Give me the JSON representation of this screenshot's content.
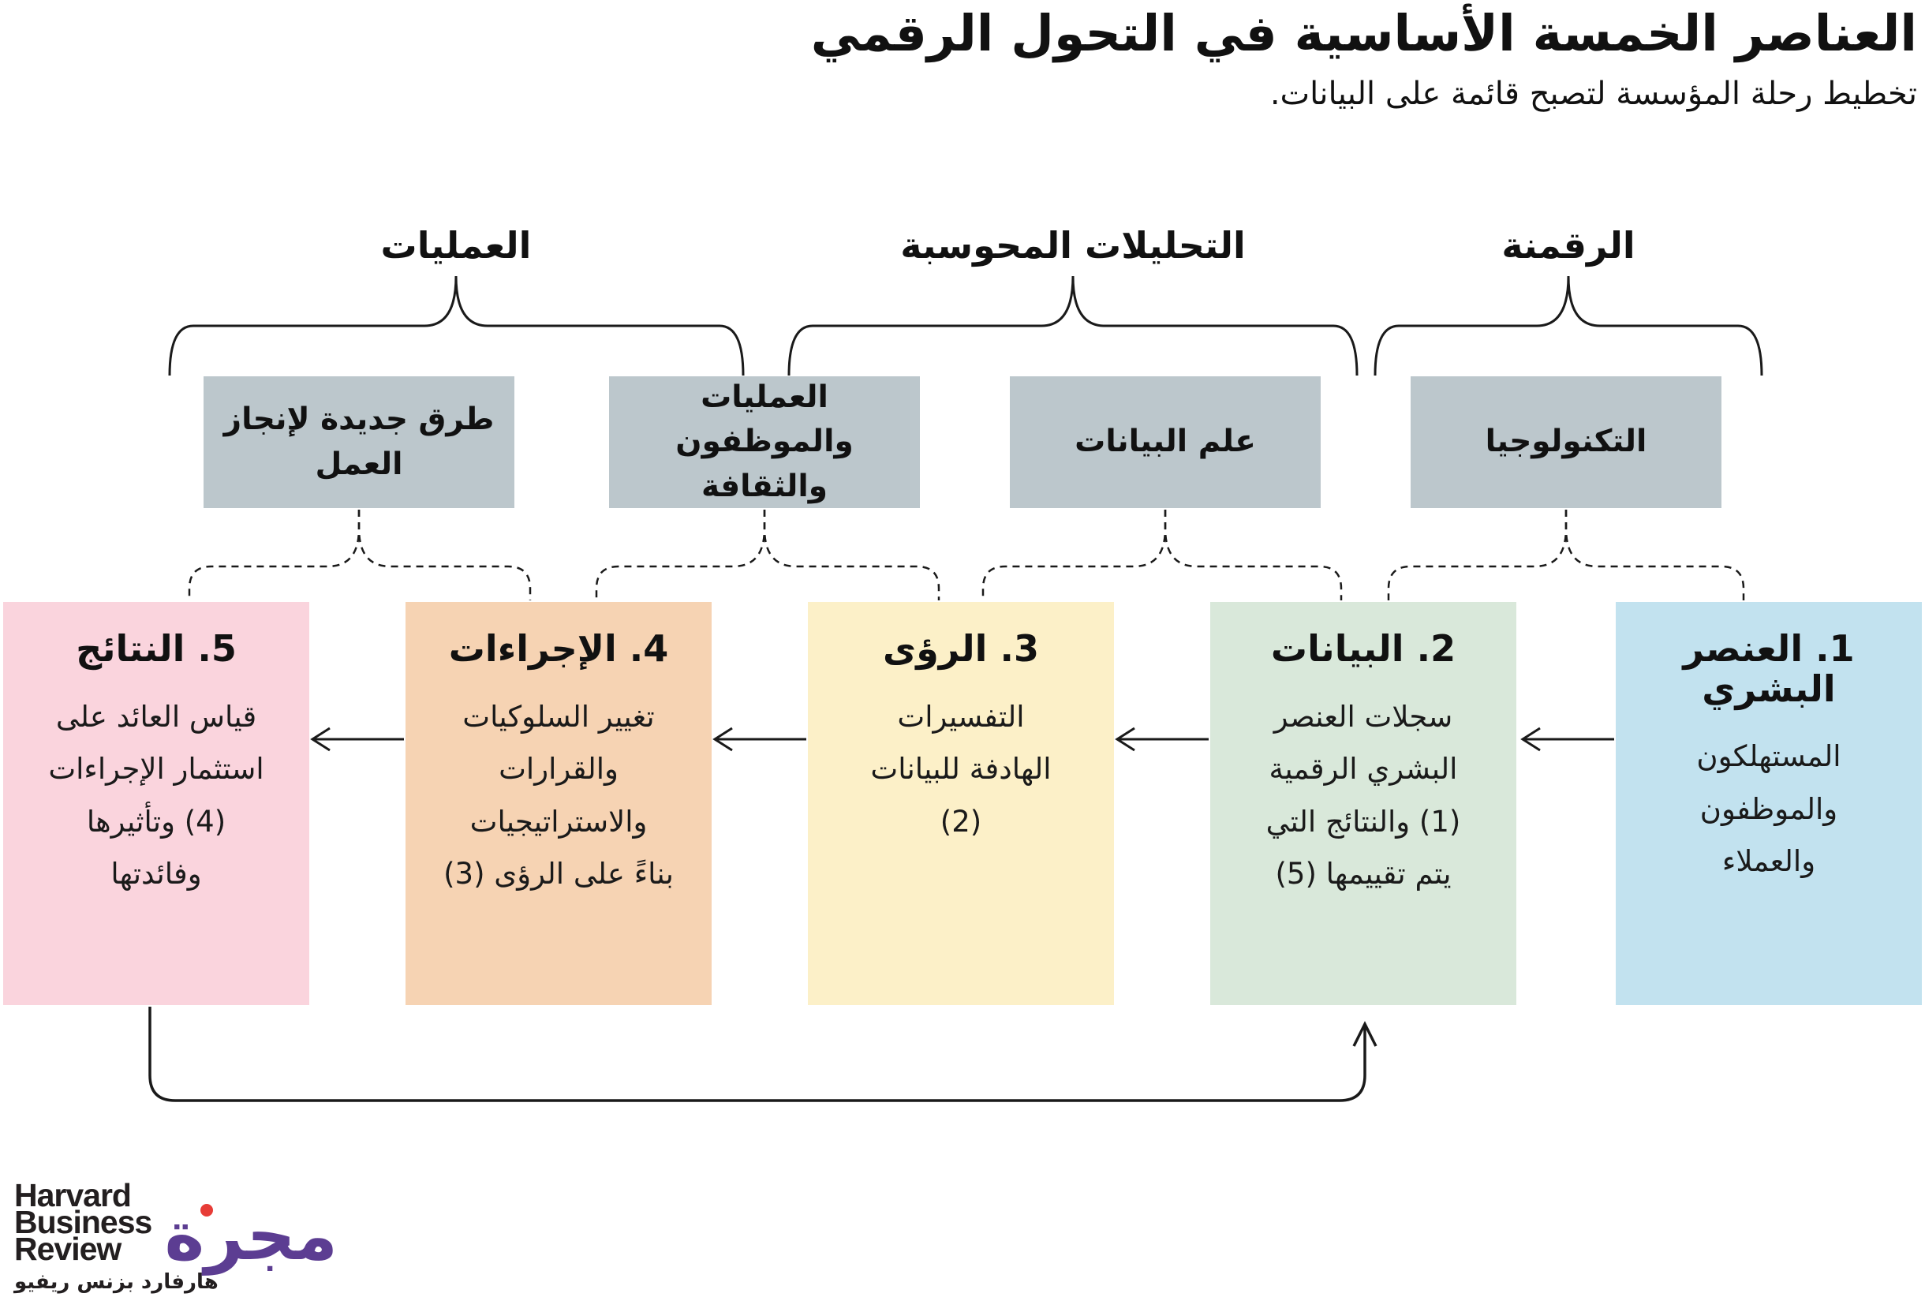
{
  "header": {
    "title": "العناصر الخمسة الأساسية في التحول الرقمي",
    "subtitle": "تخطيط رحلة المؤسسة لتصبح قائمة على البيانات."
  },
  "category_labels": [
    {
      "label": "العمليات"
    },
    {
      "label": "التحليلات المحوسبة"
    },
    {
      "label": "الرقمنة"
    }
  ],
  "capability_boxes": [
    {
      "label": "طرق جديدة لإنجاز\nالعمل"
    },
    {
      "label": "العمليات والموظفون\nوالثقافة"
    },
    {
      "label": "علم البيانات"
    },
    {
      "label": "التكنولوجيا"
    }
  ],
  "element_boxes": [
    {
      "title": "1. العنصر البشري",
      "body": "المستهلكون\nوالموظفون\nوالعملاء",
      "color": "#c2e2ef"
    },
    {
      "title": "2. البيانات",
      "body": "سجلات العنصر\nالبشري الرقمية\n(1) والنتائج التي\nيتم تقييمها (5)",
      "color": "#d9e8da"
    },
    {
      "title": "3. الرؤى",
      "body": "التفسيرات\nالهادفة للبيانات\n(2)",
      "color": "#fcf0c8"
    },
    {
      "title": "4. الإجراءات",
      "body": "تغيير السلوكيات\nوالقرارات\nوالاستراتيجيات\nبناءً على الرؤى (3)",
      "color": "#f6d3b3"
    },
    {
      "title": "5. النتائج",
      "body": "قياس العائد على\nاستثمار الإجراءات\n(4) وتأثيرها\nوفائدتها",
      "color": "#fad4dd"
    }
  ],
  "footer": {
    "hbr_line1": "Harvard",
    "hbr_line2": "Business",
    "hbr_line3": "Review",
    "hbr_arabic": "هارفارد بزنس ريفيو",
    "majarra_wordmark": "مجرة"
  },
  "colors": {
    "line": "#1a1a1a",
    "capability_box": "#bcc7cc",
    "majarra_purple": "#5c3d92",
    "majarra_red": "#e73c37"
  }
}
